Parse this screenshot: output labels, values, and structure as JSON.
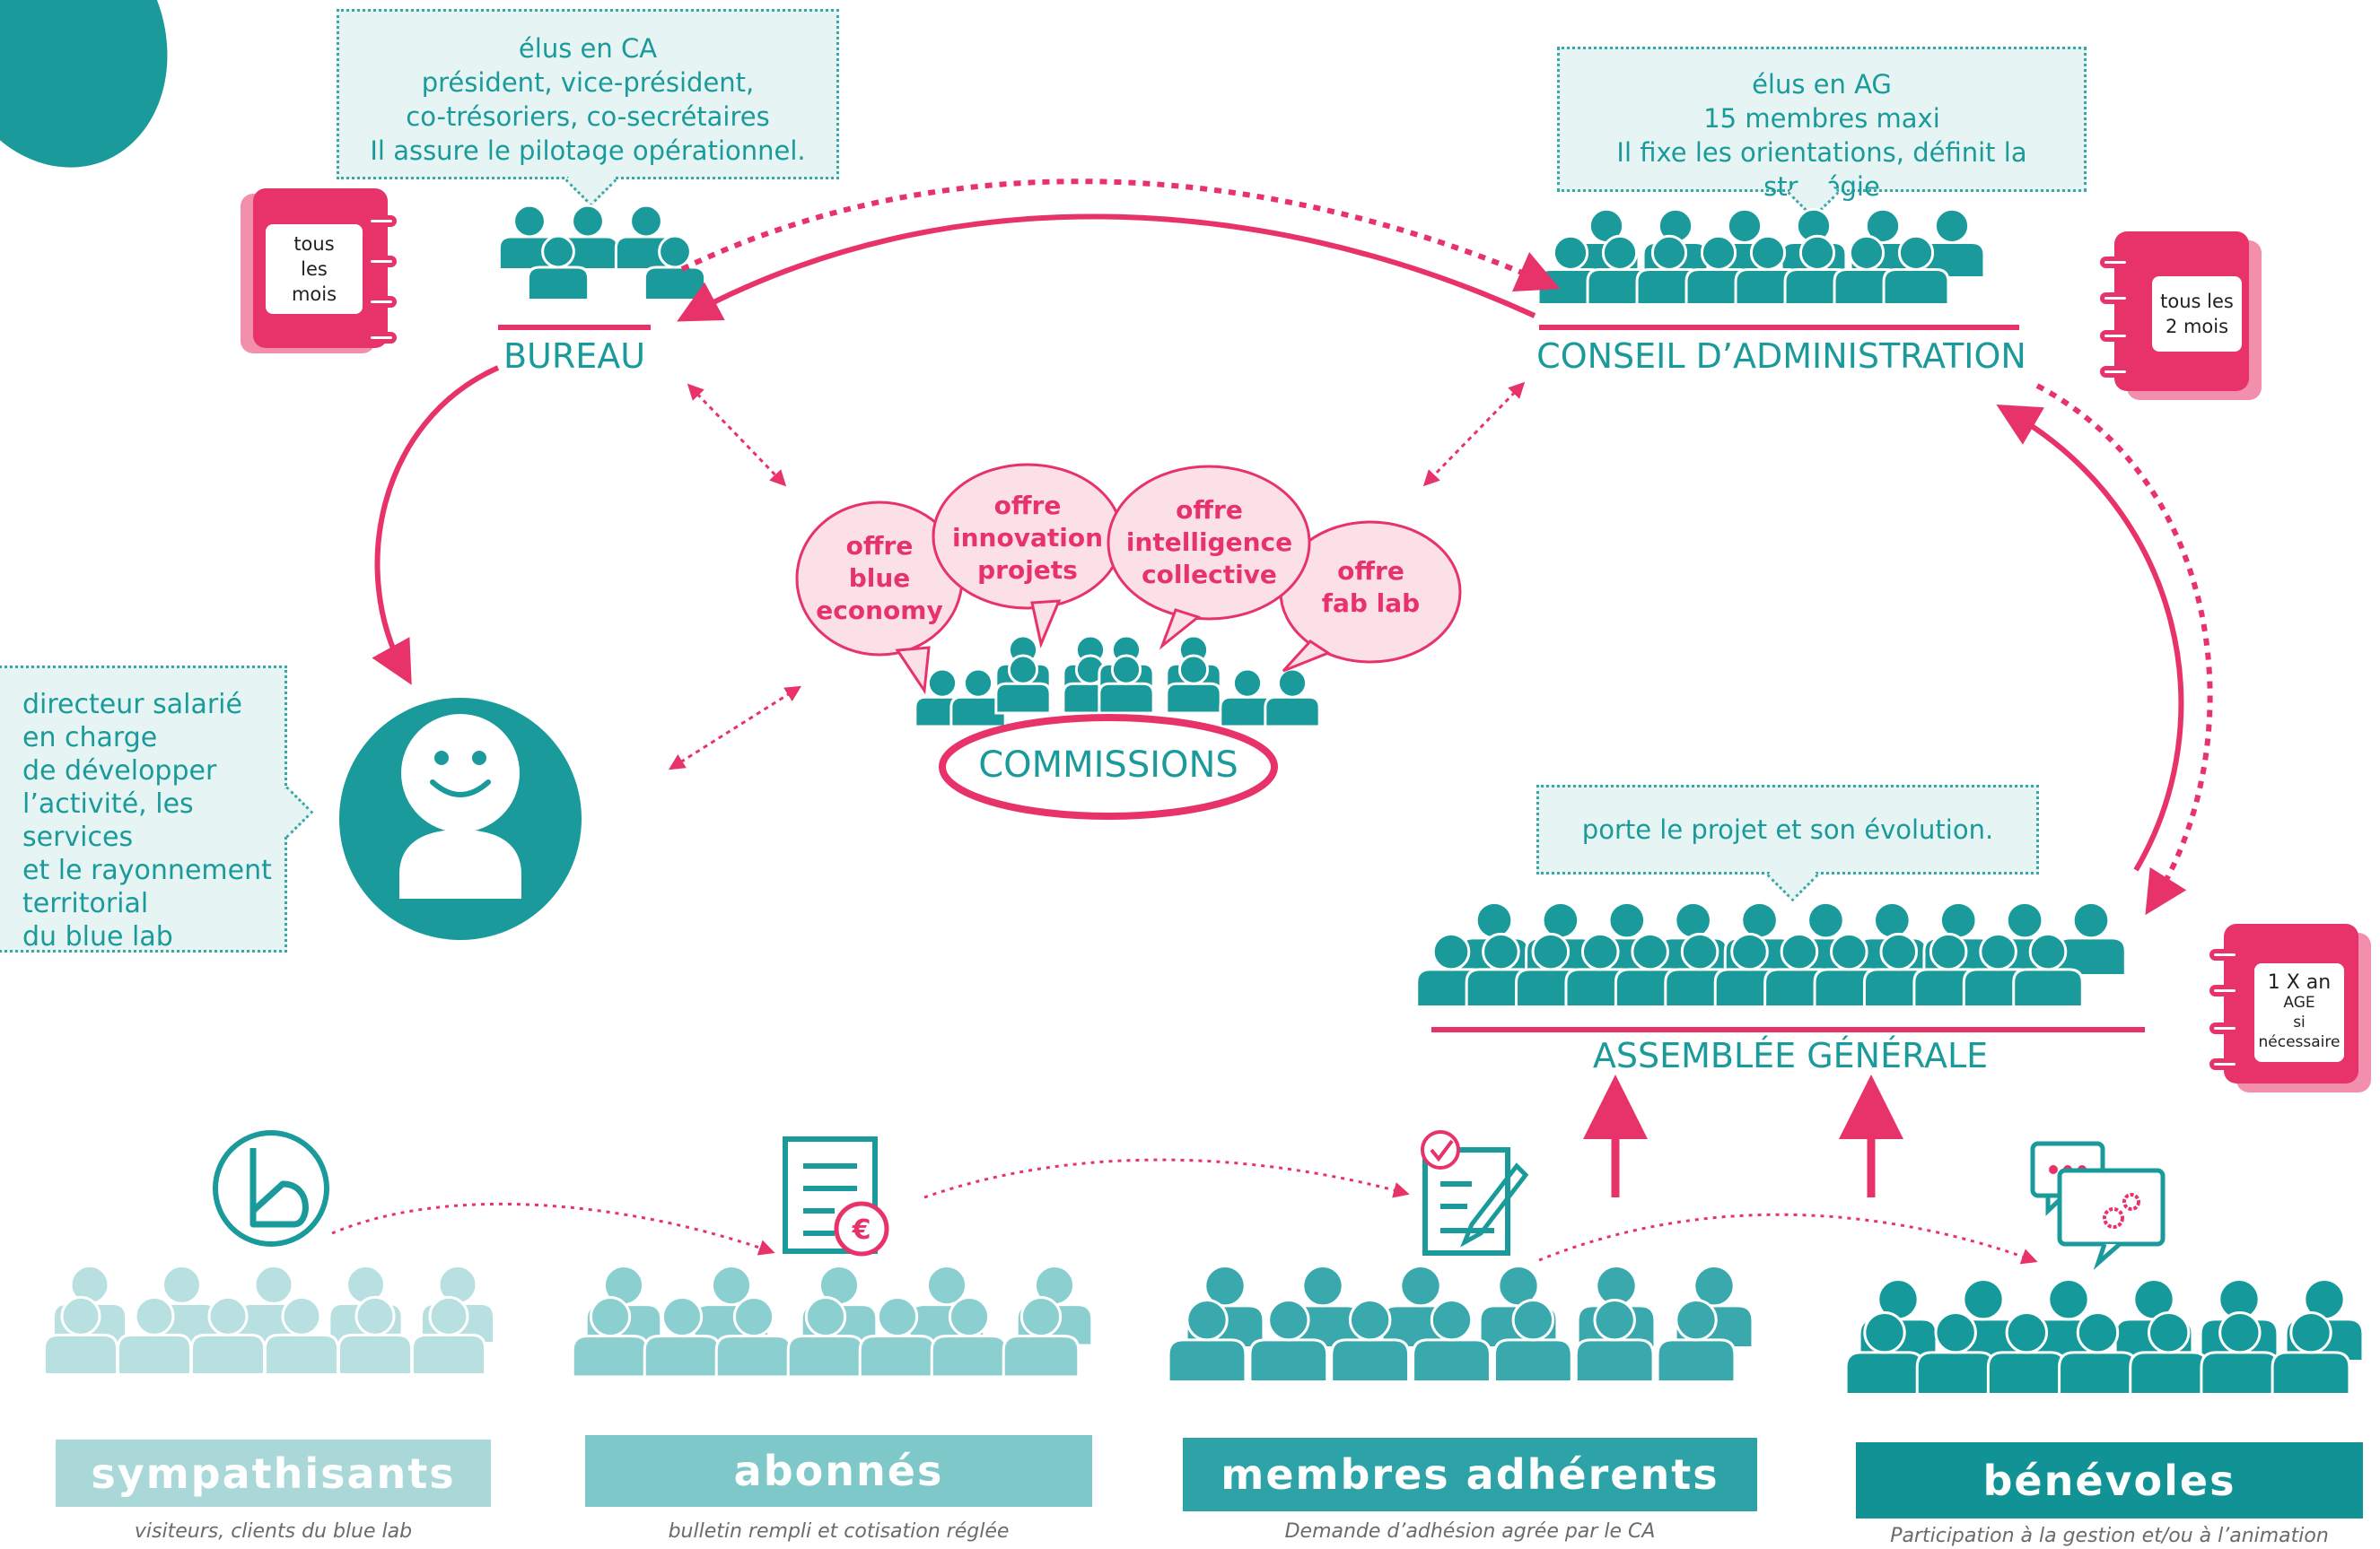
{
  "bureau": {
    "title": "BUREAU",
    "bubble": [
      "élus en CA",
      "président, vice-président,",
      "co-trésoriers, co-secrétaires",
      "Il assure le pilotage opérationnel."
    ],
    "calendar": [
      "tous",
      "les",
      "mois"
    ]
  },
  "conseil": {
    "title": "CONSEIL D’ADMINISTRATION",
    "bubble": [
      "élus en AG",
      "15 membres maxi",
      "Il fixe les orientations, définit la stratégie"
    ],
    "calendar": [
      "tous les",
      "2 mois"
    ]
  },
  "directeur": {
    "bubble": [
      "directeur salarié",
      "en charge",
      "de développer",
      "l’activité, les services",
      "et le rayonnement",
      "territorial",
      "du blue lab"
    ]
  },
  "commissions": {
    "title": "COMMISSIONS",
    "offers": [
      {
        "lines": [
          "offre",
          "blue",
          "economy"
        ]
      },
      {
        "lines": [
          "offre",
          "innovation",
          "projets"
        ]
      },
      {
        "lines": [
          "offre",
          "intelligence",
          "collective"
        ]
      },
      {
        "lines": [
          "offre",
          "fab lab"
        ]
      }
    ]
  },
  "assemblee": {
    "title": "ASSEMBLÉE GÉNÉRALE",
    "bubble": [
      "porte le projet et son évolution."
    ],
    "calendar": [
      "1 X an",
      "AGE",
      "si",
      "nécessaire"
    ]
  },
  "groups": [
    {
      "name": "sympathisants",
      "caption": "visiteurs, clients du blue lab",
      "color": "#b9e0e0",
      "band": "#aad8d8"
    },
    {
      "name": "abonnés",
      "caption": "bulletin rempli et cotisation réglée",
      "color": "#8ccfd1",
      "band": "#7fc8ca"
    },
    {
      "name": "membres adhérents",
      "caption": "Demande d’adhésion agrée par le CA",
      "color": "#3aa9ad",
      "band": "#2ea3a7"
    },
    {
      "name": "bénévoles",
      "caption": "Participation à la gestion et/ou à l’animation",
      "color": "#15999b",
      "band": "#119396"
    }
  ],
  "icons": {
    "logo": "blue-lab-logo-icon",
    "bulletin": "membership-form-euro-icon",
    "signed_form": "signed-form-icon",
    "chat": "chat-gears-icon"
  },
  "colors": {
    "teal": "#1a9a9a",
    "pink": "#e8336a",
    "bubble_bg": "#e6f4f4"
  }
}
